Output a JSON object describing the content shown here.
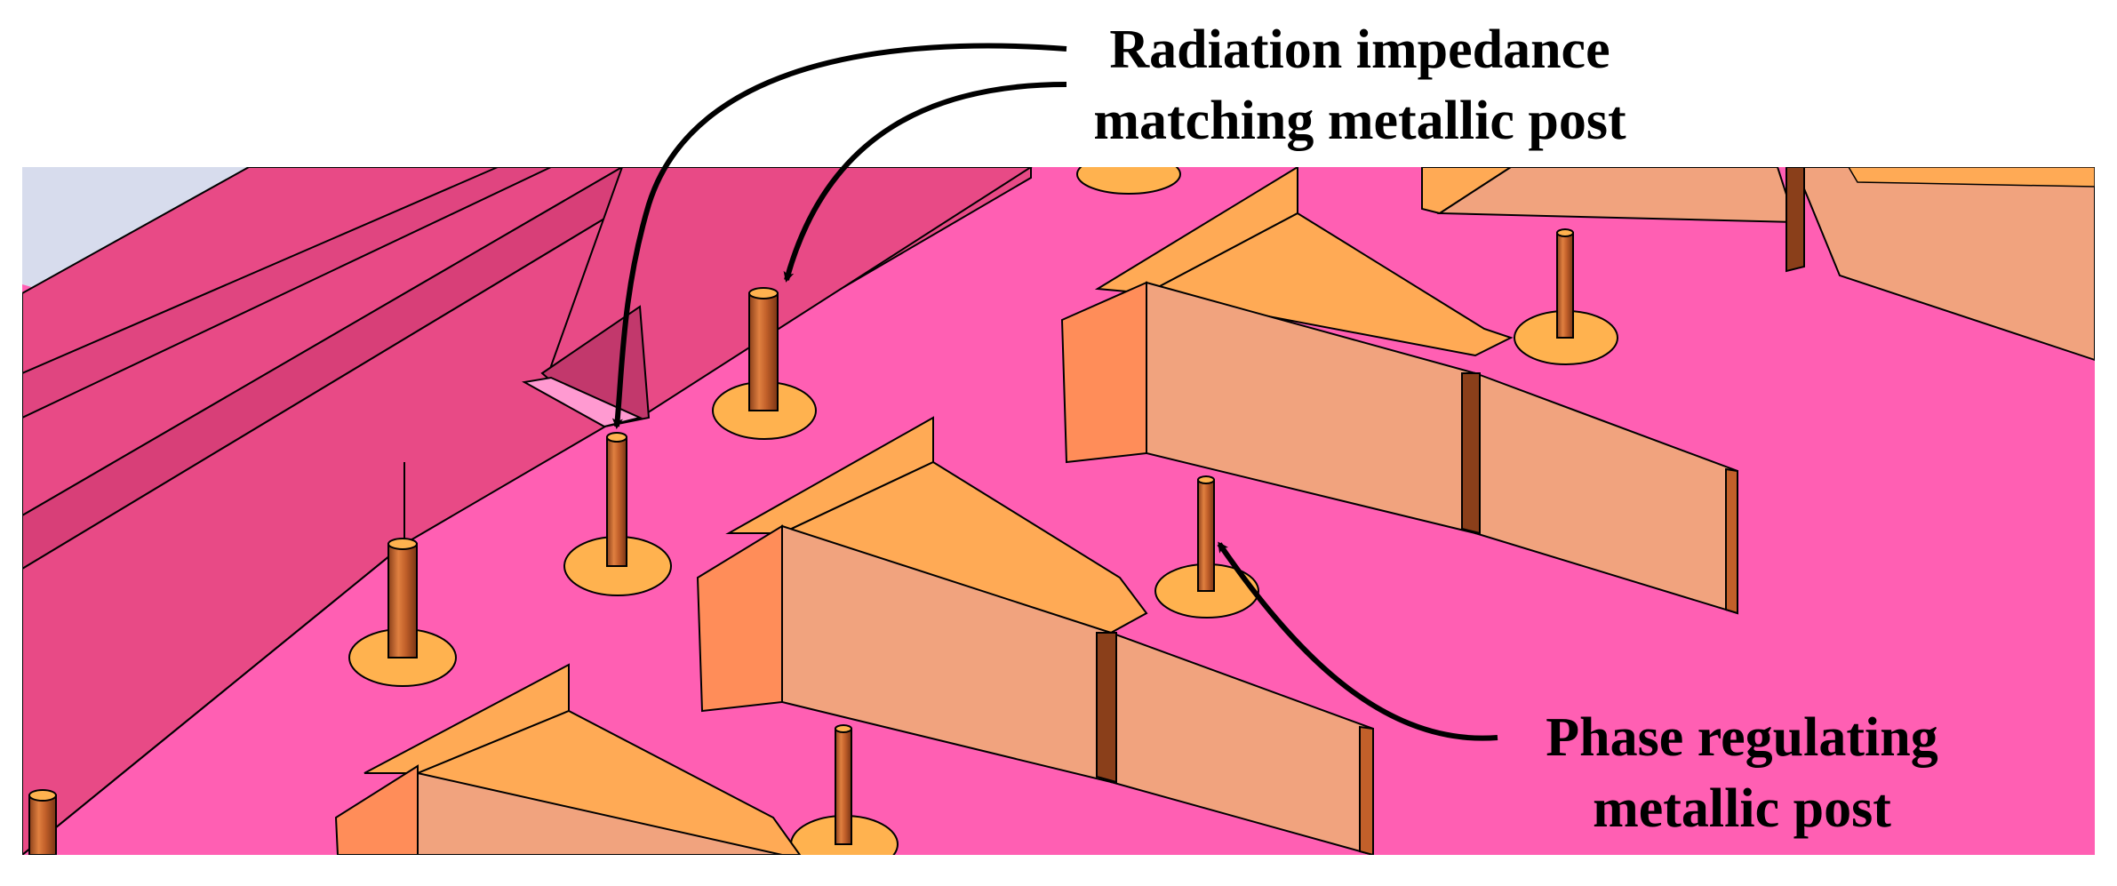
{
  "annotations": {
    "radiation_post": {
      "line1": "Radiation impedance",
      "line2": "matching metallic post"
    },
    "phase_post": {
      "line1": "Phase regulating",
      "line2": "metallic post"
    }
  },
  "colors": {
    "background": "#ffffff",
    "substrate": "#ff5fb3",
    "waveguide_wall": "#e84a86",
    "waveguide_shadow": "#c2386c",
    "sky": "#d7dced",
    "pad": "#ffb24f",
    "block_top": "#ffaa55",
    "block_face": "#f1a37e",
    "block_side": "#ff8d59",
    "post_dark": "#8a3f1a",
    "post_light": "#d9732e",
    "arrow": "#000000"
  },
  "icons": {
    "arrow": "curved-arrow-icon"
  }
}
